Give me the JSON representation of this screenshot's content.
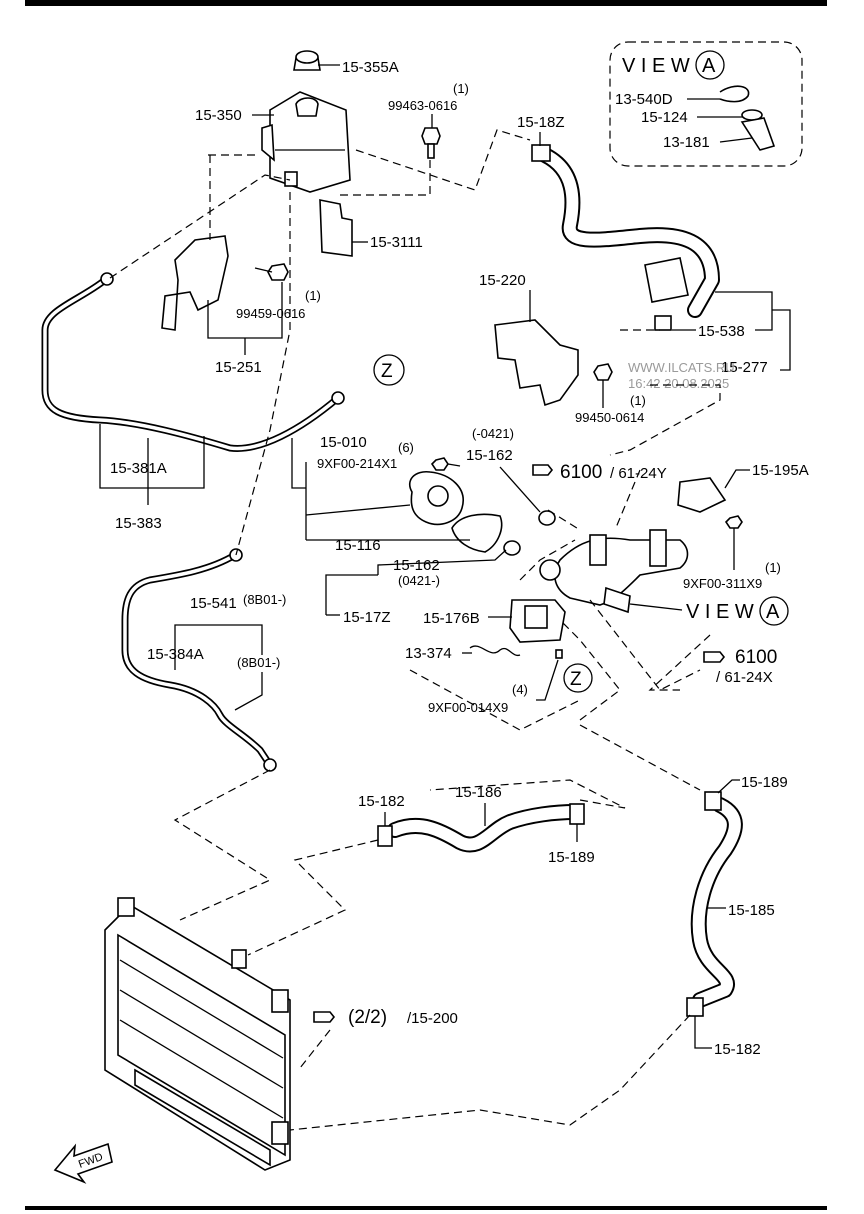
{
  "labels": {
    "l_15_355A": "15-355A",
    "l_15_350": "15-350",
    "l_99463_qty": "(1)",
    "l_99463": "99463-0616",
    "l_15_18Z": "15-18Z",
    "l_15_3111": "15-3111",
    "l_99459_qty": "(1)",
    "l_99459": "99459-0616",
    "l_15_251": "15-251",
    "l_15_220": "15-220",
    "l_15_538": "15-538",
    "l_15_277": "15-277",
    "l_99450_qty": "(1)",
    "l_99450": "99450-0614",
    "l_15_381A": "15-381A",
    "l_15_383": "15-383",
    "l_15_010": "15-010",
    "l_9XF00_214_qty": "(6)",
    "l_9XF00_214": "9XF00-214X1",
    "l_15_162_a_note": "(-0421)",
    "l_15_162_a": "15-162",
    "l_ref6100_a": "6100",
    "l_ref6100_a_sub": "/ 61-24Y",
    "l_15_195A": "15-195A",
    "l_15_116": "15-116",
    "l_15_162_b": "15-162",
    "l_15_162_b_note": "(0421-)",
    "l_9XF00_311_qty": "(1)",
    "l_9XF00_311": "9XF00-311X9",
    "l_15_17Z": "15-17Z",
    "l_15_541": "15-541",
    "l_15_541_note": "(8B01-)",
    "l_15_176B": "15-176B",
    "l_15_384A": "15-384A",
    "l_15_384A_note": "(8B01-)",
    "l_13_374": "13-374",
    "l_9XF00_014_qty": "(4)",
    "l_9XF00_014": "9XF00-014X9",
    "l_ref6100_b": "6100",
    "l_ref6100_b_sub": "/ 61-24X",
    "l_15_189_a": "15-189",
    "l_15_182_a": "15-182",
    "l_15_186": "15-186",
    "l_15_189_b": "15-189",
    "l_15_185": "15-185",
    "l_ref_2_2": "(2/2)",
    "l_ref_15_200": "/15-200",
    "l_15_182_b": "15-182",
    "l_fwd": "FWD"
  },
  "view_a_inset": {
    "title": "V I E W",
    "letter": "A",
    "parts": [
      "13-540D",
      "15-124",
      "13-181"
    ]
  },
  "view_a_callout": {
    "title": "V I E W",
    "letter": "A"
  },
  "z_markers": [
    "Z",
    "Z"
  ],
  "watermark": {
    "site": "WWW.ILCATS.RU",
    "timestamp": "16:42 20.08.2025"
  }
}
